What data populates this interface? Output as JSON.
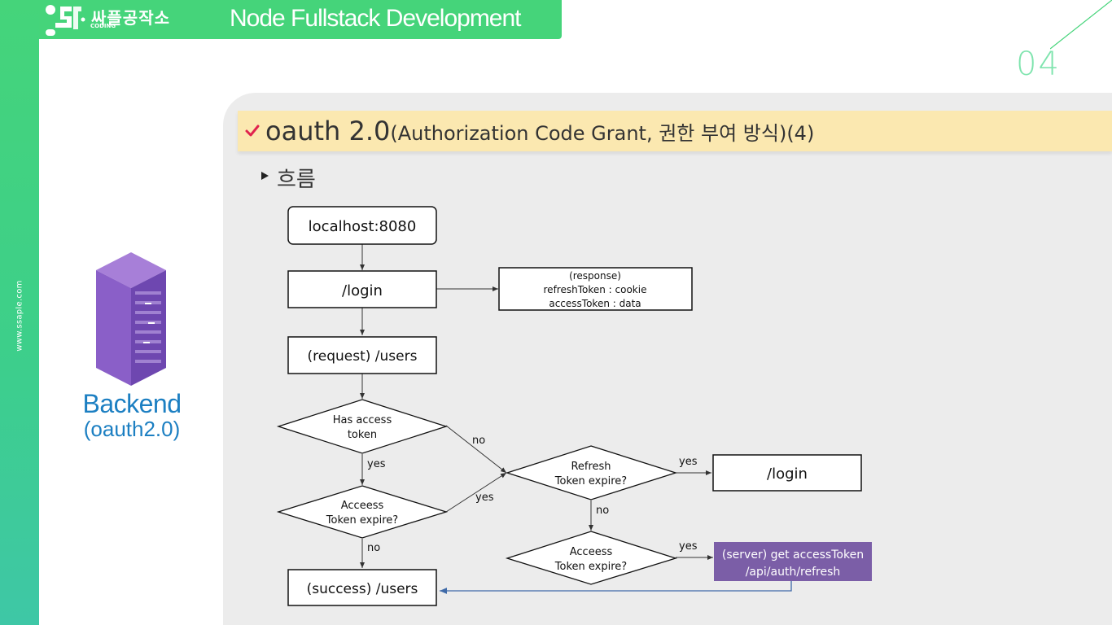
{
  "header": {
    "brand_name": "싸플공작소",
    "brand_sub": "CODING",
    "course_title": "Node Fullstack Development"
  },
  "sidebar": {
    "url": "www.ssaple.com"
  },
  "page_number": "04",
  "slide": {
    "title_main": "oauth 2.0",
    "title_sub": "(Authorization Code Grant, 권한 부여 방식)(4)",
    "bullet": "흐름"
  },
  "left_panel": {
    "backend_label": "Backend",
    "backend_sub": "(oauth2.0)"
  },
  "flow": {
    "localhost": "localhost:8080",
    "login": "/login",
    "response_line1": "(response)",
    "response_line2": "refreshToken : cookie",
    "response_line3": "accessToken : data",
    "request_users": "(request) /users",
    "has_access_line1": "Has access",
    "has_access_line2": "token",
    "access_expire_line1": "Acceess",
    "access_expire_line2": "Token expire?",
    "refresh_expire_line1": "Refresh",
    "refresh_expire_line2": "Token expire?",
    "login_right": "/login",
    "access_expire2_line1": "Acceess",
    "access_expire2_line2": "Token expire?",
    "server_line1": "(server) get accessToken",
    "server_line2": "/api/auth/refresh",
    "success_users": "(success) /users",
    "label_no_has": "no",
    "label_yes_has": "yes",
    "label_yes_access": "yes",
    "label_no_access": "no",
    "label_yes_refresh": "yes",
    "label_no_refresh": "no",
    "label_yes_access2": "yes"
  },
  "colors": {
    "green": "#45d47a",
    "title_bar": "#fbe8b0",
    "check": "#e0234e",
    "backend_blue": "#1c7fc2",
    "server_purple": "#7b5ea7",
    "arrow_blue": "#3f6aa8"
  }
}
